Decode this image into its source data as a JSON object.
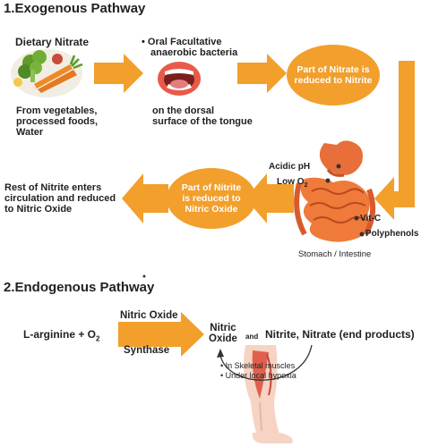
{
  "colors": {
    "orange": "#f29f2c",
    "arrow": "#f29f2c"
  },
  "exogenous": {
    "title": "1.Exogenous Pathway",
    "dietary_nitrate": "Dietary Nitrate",
    "sources": [
      "From vegetables,",
      "processed foods,",
      "Water"
    ],
    "bacteria": [
      "Oral Facultative",
      "anaerobic bacteria"
    ],
    "tongue": [
      "on the dorsal",
      "surface of the tongue"
    ],
    "oval_reduced_nitrite": [
      "Part of Nitrate is",
      "reduced to Nitrite"
    ],
    "oval_reduced_no": [
      "Part of Nitrite",
      "is reduced to",
      "Nitric Oxide"
    ],
    "rest": [
      "Rest of Nitrite enters",
      "circulation and reduced",
      "to Nitric Oxide"
    ],
    "gut_labels": {
      "acidic_ph": "Acidic pH",
      "low_o2_main": "Low O",
      "low_o2_sub": "2",
      "vitc": "Vit-C",
      "polyphenols": "Polyphenols"
    },
    "stomach_caption": "Stomach / Intestine"
  },
  "endogenous": {
    "title": "2.Endogenous Pathway",
    "larginine_main": "L-arginine + O",
    "larginine_sub": "2",
    "nos_top": "Nitric Oxide",
    "nos_bottom": "Synthase",
    "nitric_oxide": [
      "Nitric",
      "Oxide"
    ],
    "and": "and",
    "end_products": "Nitrite, Nitrate (end products)",
    "bullets": [
      "In Skeletal muscles",
      "Under local hypoxia"
    ]
  }
}
